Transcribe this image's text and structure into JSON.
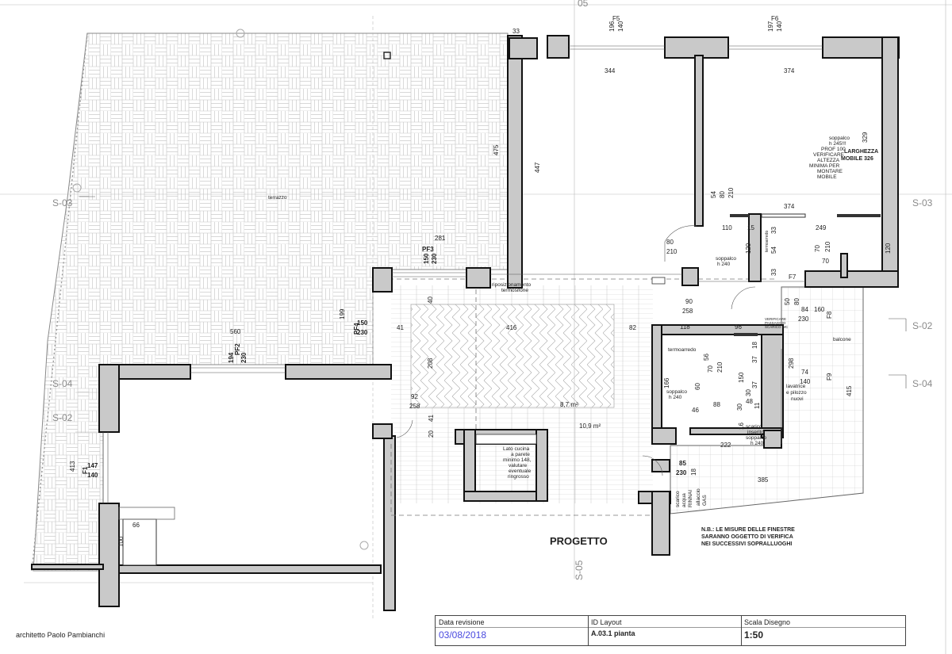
{
  "plan": {
    "title": "PROGETTO",
    "rooms": {
      "terrace": "terrazzo",
      "balcony": "balcone",
      "area_living": "10,9 m²",
      "area_small": "8,7 m²"
    },
    "windows": {
      "f5": {
        "name": "F5",
        "w": "196",
        "h": "140"
      },
      "f6": {
        "name": "F6",
        "w": "197",
        "h": "140"
      },
      "pf3": {
        "name": "PF3",
        "w": "150",
        "h": "230"
      },
      "pf2": {
        "name": "PF2",
        "w": "194",
        "h": "230"
      },
      "pf4": {
        "name": "PF4",
        "w": "150",
        "h": "230"
      },
      "f1": {
        "name": "F1",
        "w": "147",
        "h": "140"
      },
      "f7": "F7",
      "f8": "F8",
      "f9": "F9"
    },
    "dimensions": {
      "d33": "33",
      "d344": "344",
      "d374a": "374",
      "d329": "329",
      "d475": "475",
      "d447": "447",
      "d374b": "374",
      "d54": "54",
      "d80": "80",
      "d210a": "210",
      "d110": "110",
      "d15": "15",
      "d33b": "33",
      "d249": "249",
      "d210b": "210",
      "d70a": "70",
      "d120a": "120",
      "d120b": "120",
      "d54b": "54",
      "d70b": "70",
      "d33c": "33",
      "d281": "281",
      "d80b": "80",
      "d210c": "210",
      "d40": "40",
      "d199": "199",
      "d560": "560",
      "d41": "41",
      "d416": "416",
      "d82": "82",
      "d90": "90",
      "d258": "258",
      "d118": "118",
      "d96": "96",
      "d50": "50",
      "d80c": "80",
      "d84": "84",
      "d160": "160",
      "d230": "230",
      "d208": "208",
      "d56": "56",
      "d70c": "70",
      "d210d": "210",
      "d18": "18",
      "d37": "37",
      "d298": "298",
      "d166": "166",
      "d60": "60",
      "d150": "150",
      "d37b": "37",
      "d74": "74",
      "d140": "140",
      "d415": "415",
      "d92": "92",
      "d258b": "258",
      "d41b": "41",
      "d20": "20",
      "d46": "46",
      "d88": "88",
      "d30": "30",
      "d30b": "30",
      "d48": "48",
      "d11": "11",
      "d16": "16",
      "d222": "222",
      "d385": "385",
      "d413": "413",
      "d66": "66",
      "d100": "100",
      "d85": "85",
      "d230b": "230",
      "d18b": "18"
    },
    "notes": {
      "soppalco_top": [
        "soppalco",
        "h 245!!!",
        "PROF 100",
        "VERIFICARE",
        "ALTEZZA",
        "MINIMA PER",
        "MONTARE",
        "MOBILE"
      ],
      "larghezza": [
        "LARGHEZZA",
        "MOBILE 326"
      ],
      "soppalco_240": [
        "soppalco",
        "h 240"
      ],
      "riposizionamento": [
        "riposizionamento",
        "termosifone"
      ],
      "verificare_passaggio": [
        "VERIFICARE",
        "PASSAGGIO",
        "SCARICO WC"
      ],
      "termoarredo": "termoarredo",
      "termoarredo_small": "termoarredo",
      "soppalco_mid": [
        "soppalco",
        "h 240"
      ],
      "lavatrice": [
        "lavatrice",
        "e pilozzo",
        "nuovi"
      ],
      "scarico": [
        "scarico",
        "inserito",
        "soppalco",
        "h 240"
      ],
      "cucina": [
        "Lato cucina",
        "a parete",
        "minimo 148,",
        "valutare",
        "eventuale",
        "ringrosso"
      ],
      "scarico_acqua": [
        "scarico",
        "acqua",
        "RINNAI"
      ],
      "allaccio": [
        "allaccio",
        "GAS"
      ],
      "nb": [
        "N.B.: LE MISURE DELLE FINESTRE",
        "SARANNO OGGETTO DI VERIFICA",
        "NEI SUCCESSIVI SOPRALLUOGHI"
      ]
    },
    "sections": {
      "s03_left": "S-03",
      "s03_right": "S-03",
      "s04_left": "S-04",
      "s04_right": "S-04",
      "s02_left": "S-02",
      "s02_right": "S-02",
      "s05": "S-05",
      "s05_top": "05"
    }
  },
  "author": "architetto Paolo Pambianchi",
  "titleblock": {
    "revision_label": "Data revisione",
    "revision_value": "03/08/2018",
    "layout_label": "ID Layout",
    "layout_value": "A.03.1 pianta",
    "scale_label": "Scala Disegno",
    "scale_value": "1:50",
    "revision_color": "#4a4adf"
  }
}
